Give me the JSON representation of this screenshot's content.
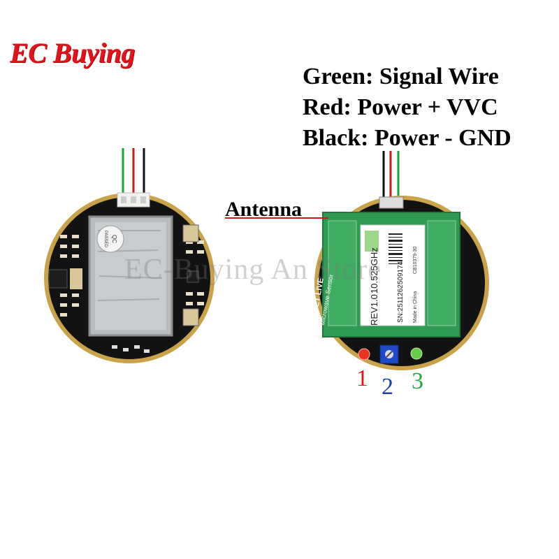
{
  "brand": {
    "text": "EC Buying",
    "color": "#e0141c"
  },
  "wire_legend": [
    {
      "text": "Green: Signal Wire",
      "wire_color": "#1aa23a"
    },
    {
      "text": "Red: Power + VVC",
      "wire_color": "#d01818"
    },
    {
      "text": "Black: Power - GND",
      "wire_color": "#111111"
    }
  ],
  "callout": {
    "text": "Antenna"
  },
  "indicators": [
    {
      "text": "1",
      "color": "#e0141c"
    },
    {
      "text": "2",
      "color": "#1c3fb5"
    },
    {
      "text": "3",
      "color": "#26a847"
    }
  ],
  "watermark": {
    "text": "EC-Buying An Store"
  },
  "board_back": {
    "shield_sticker_top": "QC",
    "shield_sticker_bottom": "PASSED"
  },
  "board_front": {
    "module_brand": "MH-ET LIVE",
    "module_subtitle": "Microwave Sensor",
    "rev_label": "REV1.0",
    "frequency": "10.525GHz",
    "serial": "SN:2511262509174",
    "made_in": "Made in China",
    "part_code": "CB10379-30"
  }
}
